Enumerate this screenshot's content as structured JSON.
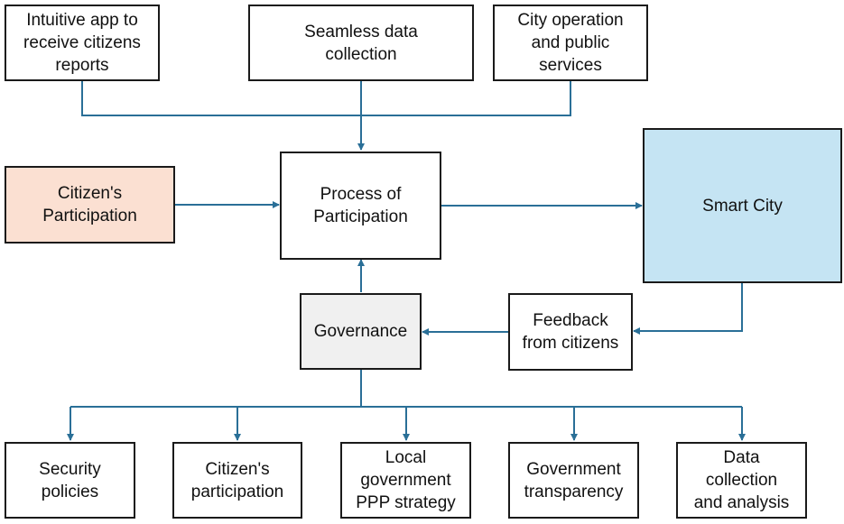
{
  "colors": {
    "connector": "#2a6f97",
    "citizen_fill": "#fbe0d2",
    "smart_city_fill": "#c5e4f3",
    "governance_fill": "#f0f0f0",
    "default_fill": "#ffffff"
  },
  "top": {
    "intuitive_app": "Intuitive app to\nreceive citizens\nreports",
    "seamless_data": "Seamless data\ncollection",
    "city_operation": "City operation\nand public\nservices"
  },
  "middle": {
    "citizen_participation": "Citizen's\nParticipation",
    "process": "Process of\nParticipation",
    "smart_city": "Smart City"
  },
  "lower": {
    "governance": "Governance",
    "feedback": "Feedback\nfrom citizens"
  },
  "bottom": {
    "security": "Security\npolicies",
    "citizens_participation": "Citizen's\nparticipation",
    "local_government": "Local\ngovernment\nPPP strategy",
    "transparency": "Government\ntransparency",
    "data_collection": "Data\ncollection\nand analysis"
  }
}
